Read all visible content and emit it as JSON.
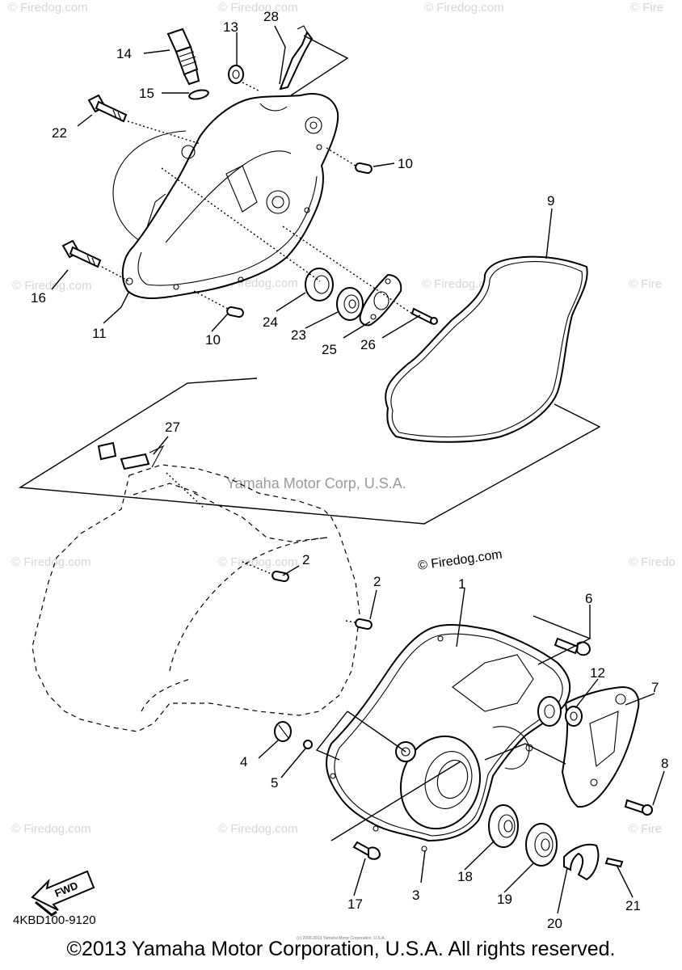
{
  "diagram": {
    "callouts": [
      "1",
      "2",
      "2",
      "3",
      "4",
      "5",
      "6",
      "7",
      "8",
      "9",
      "10",
      "10",
      "11",
      "12",
      "13",
      "14",
      "15",
      "16",
      "17",
      "18",
      "19",
      "20",
      "21",
      "22",
      "23",
      "24",
      "25",
      "26",
      "27",
      "28"
    ],
    "watermarks": {
      "center": "Yamaha Motor Corp, U.S.A.",
      "firedog": "© Firedog.com",
      "firedog_short": "© Fire",
      "firedog_partial": "© Firedo"
    },
    "fwd_label": "FWD",
    "drawing_code": "4KBD100-9120",
    "tiny_notice": "(c) 2000-2013 Yamaha Motor Corporation, U.S.A.",
    "copyright": "©2013 Yamaha Motor Corporation, U.S.A. All rights reserved."
  }
}
